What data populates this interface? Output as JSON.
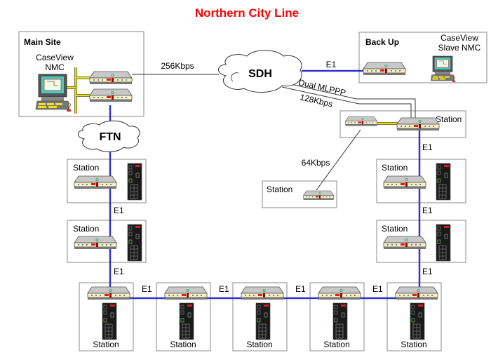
{
  "title": "Northern City Line",
  "colors": {
    "title": "#ff0000",
    "e1_link": "#3333cc",
    "lan_bus": "#e8e000",
    "thin_link": "#333333"
  },
  "sites": {
    "main": {
      "label": "Main Site",
      "nmc_line1": "CaseView",
      "nmc_line2": "NMC"
    },
    "backup": {
      "label": "Back Up",
      "nmc_line1": "CaseView",
      "nmc_line2": "Slave NMC"
    }
  },
  "clouds": {
    "sdh": "SDH",
    "ftn": "FTN"
  },
  "links": {
    "main_to_sdh": "256Kbps",
    "sdh_to_backup": "E1",
    "dual_mlppp": "Dual MLPPP",
    "mlppp_rate": "128Kbps",
    "to_branch_station": "64Kbps",
    "e1": "E1"
  },
  "stations": {
    "label": "Station",
    "count": 11
  }
}
